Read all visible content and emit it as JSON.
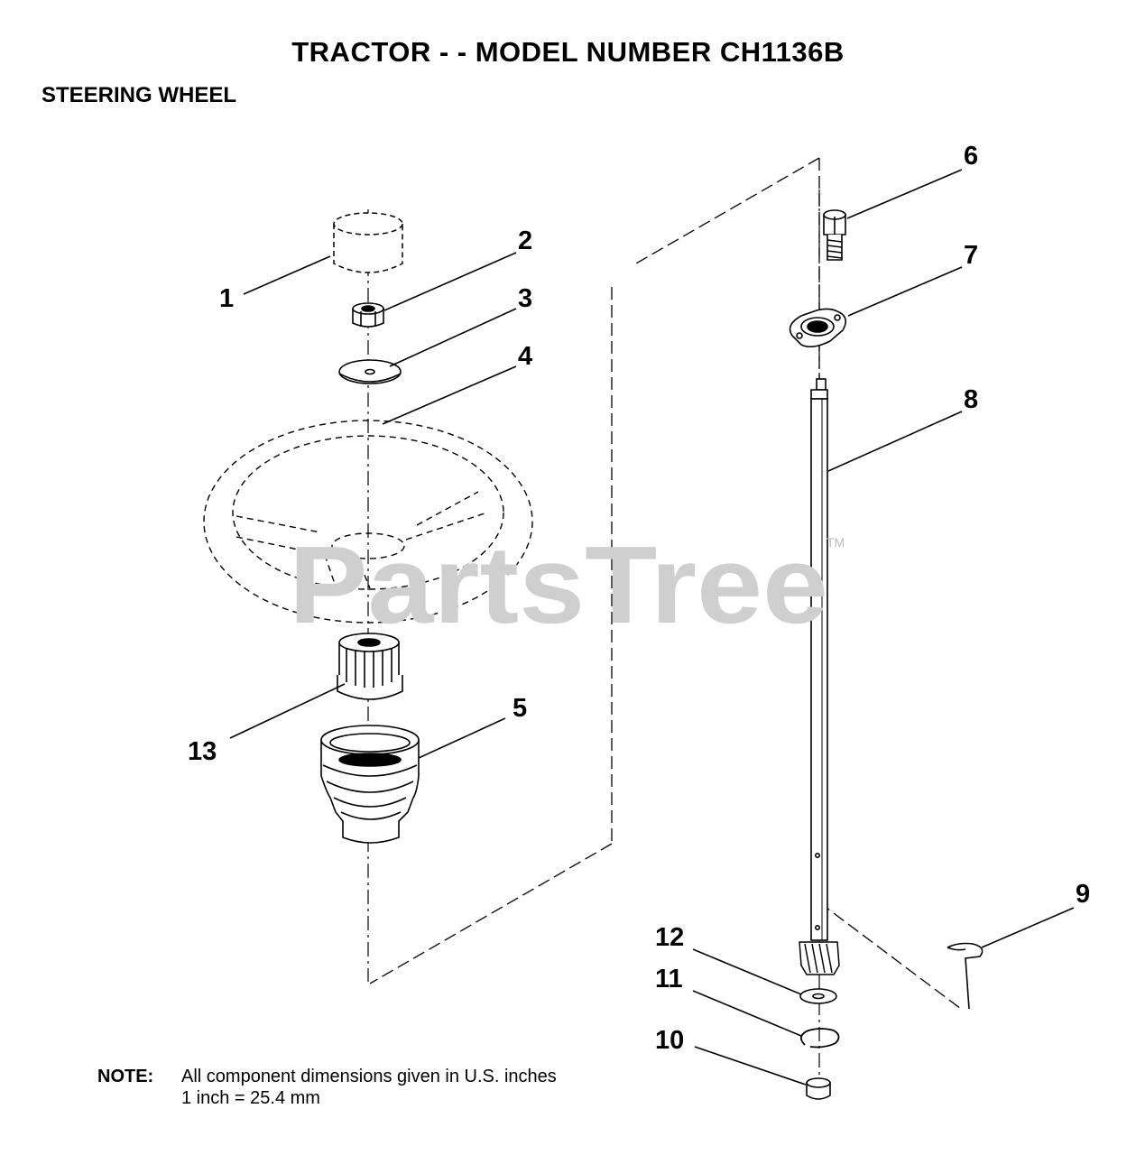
{
  "header": {
    "title": "TRACTOR  - - MODEL NUMBER CH1136B",
    "subtitle": "STEERING WHEEL"
  },
  "callouts": [
    "1",
    "2",
    "3",
    "4",
    "5",
    "6",
    "7",
    "8",
    "9",
    "10",
    "11",
    "12",
    "13"
  ],
  "note": {
    "label": "NOTE:",
    "line1": "All component dimensions given in U.S. inches",
    "line2": "1 inch = 25.4 mm"
  },
  "watermark": {
    "text": "PartsTree",
    "tm": "TM"
  }
}
